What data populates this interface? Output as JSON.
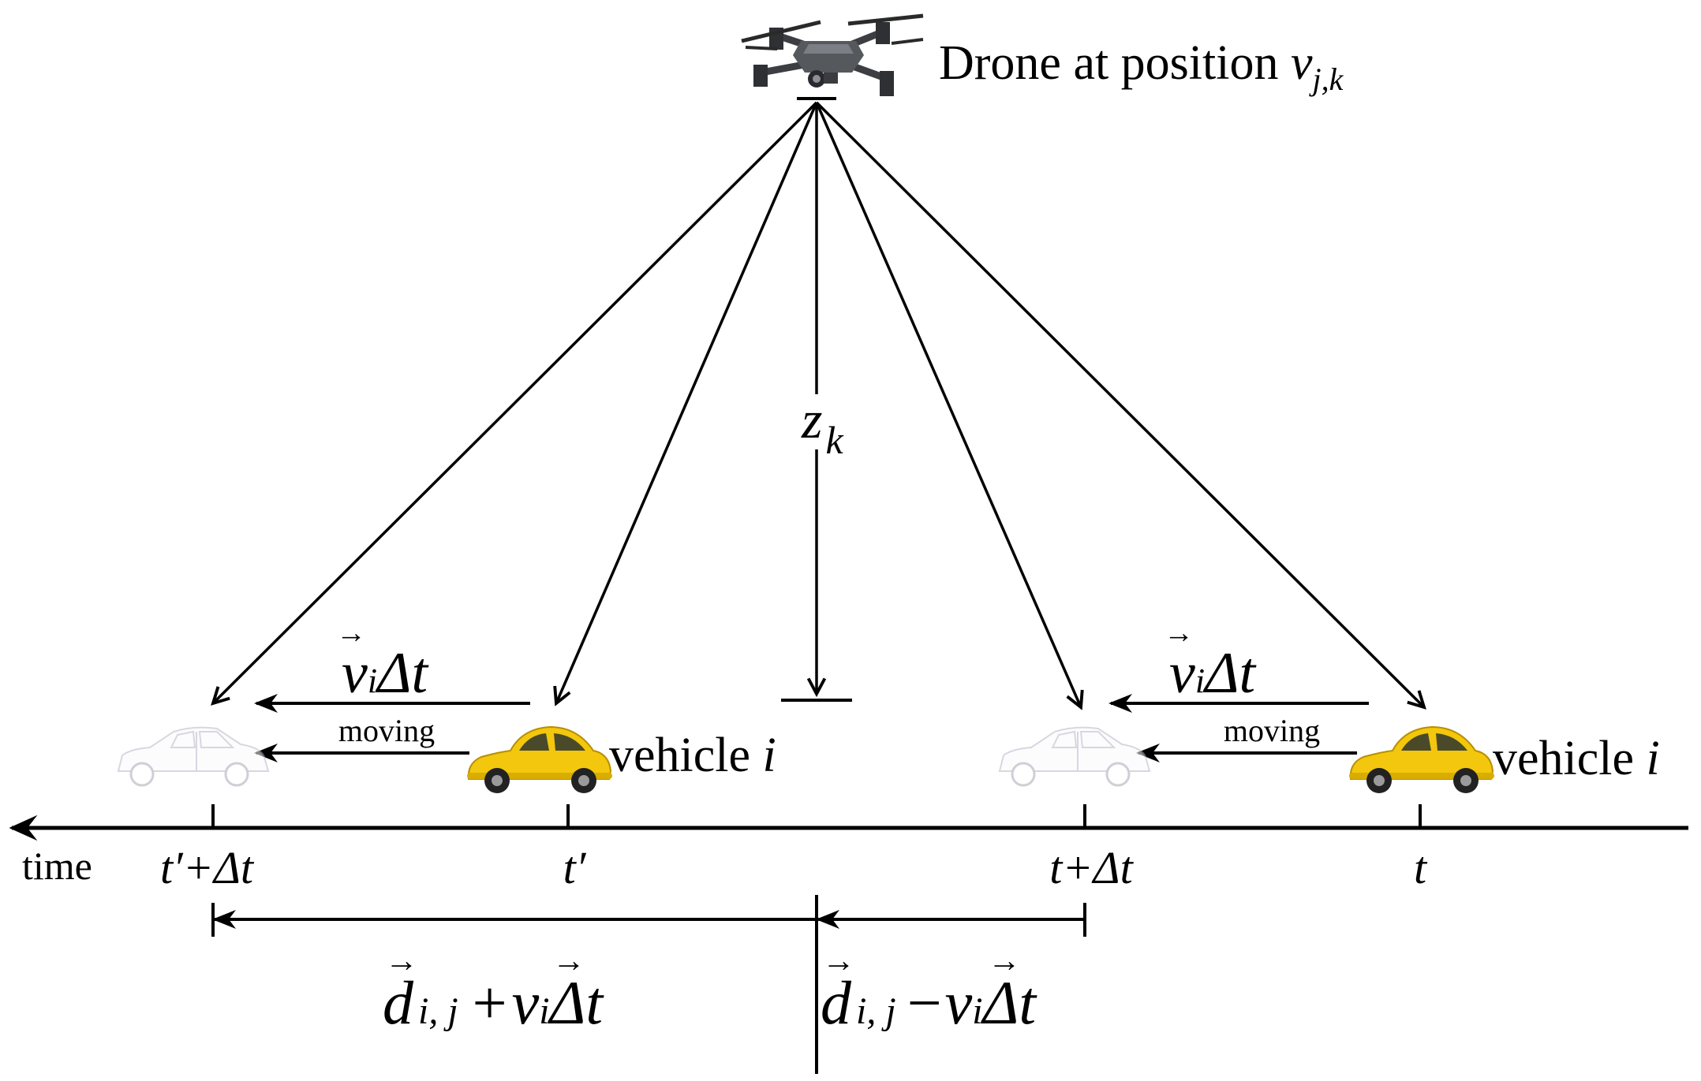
{
  "drone": {
    "label": "Drone at position ",
    "position_symbol": "v",
    "position_subscript": "j,k"
  },
  "altitude": {
    "symbol": "z",
    "subscript": "k"
  },
  "vehicles": [
    {
      "label": "vehicle ",
      "index": "i",
      "moving_label": "moving"
    },
    {
      "label": "vehicle ",
      "index": "i",
      "moving_label": "moving"
    }
  ],
  "displacement": {
    "symbol": "v",
    "subscript": "i",
    "suffix": "Δt"
  },
  "timeline": {
    "label": "time",
    "ticks": [
      "t′+Δt",
      "t′",
      "t+Δt",
      "t"
    ]
  },
  "distances": {
    "left": {
      "d_symbol": "d",
      "d_subscript": "i, j",
      "operator": "+",
      "v_symbol": "v",
      "v_subscript": "i",
      "suffix": "Δt"
    },
    "right": {
      "d_symbol": "d",
      "d_subscript": "i, j",
      "operator": "−",
      "v_symbol": "v",
      "v_subscript": "i",
      "suffix": "Δt"
    }
  },
  "colors": {
    "line": "#000000",
    "car_body": "#f2c70d",
    "car_shadow": "#b88f00",
    "car_window": "#4a4a2a",
    "ghost_car": "#c8c8d8",
    "drone_body": "#55585c"
  }
}
